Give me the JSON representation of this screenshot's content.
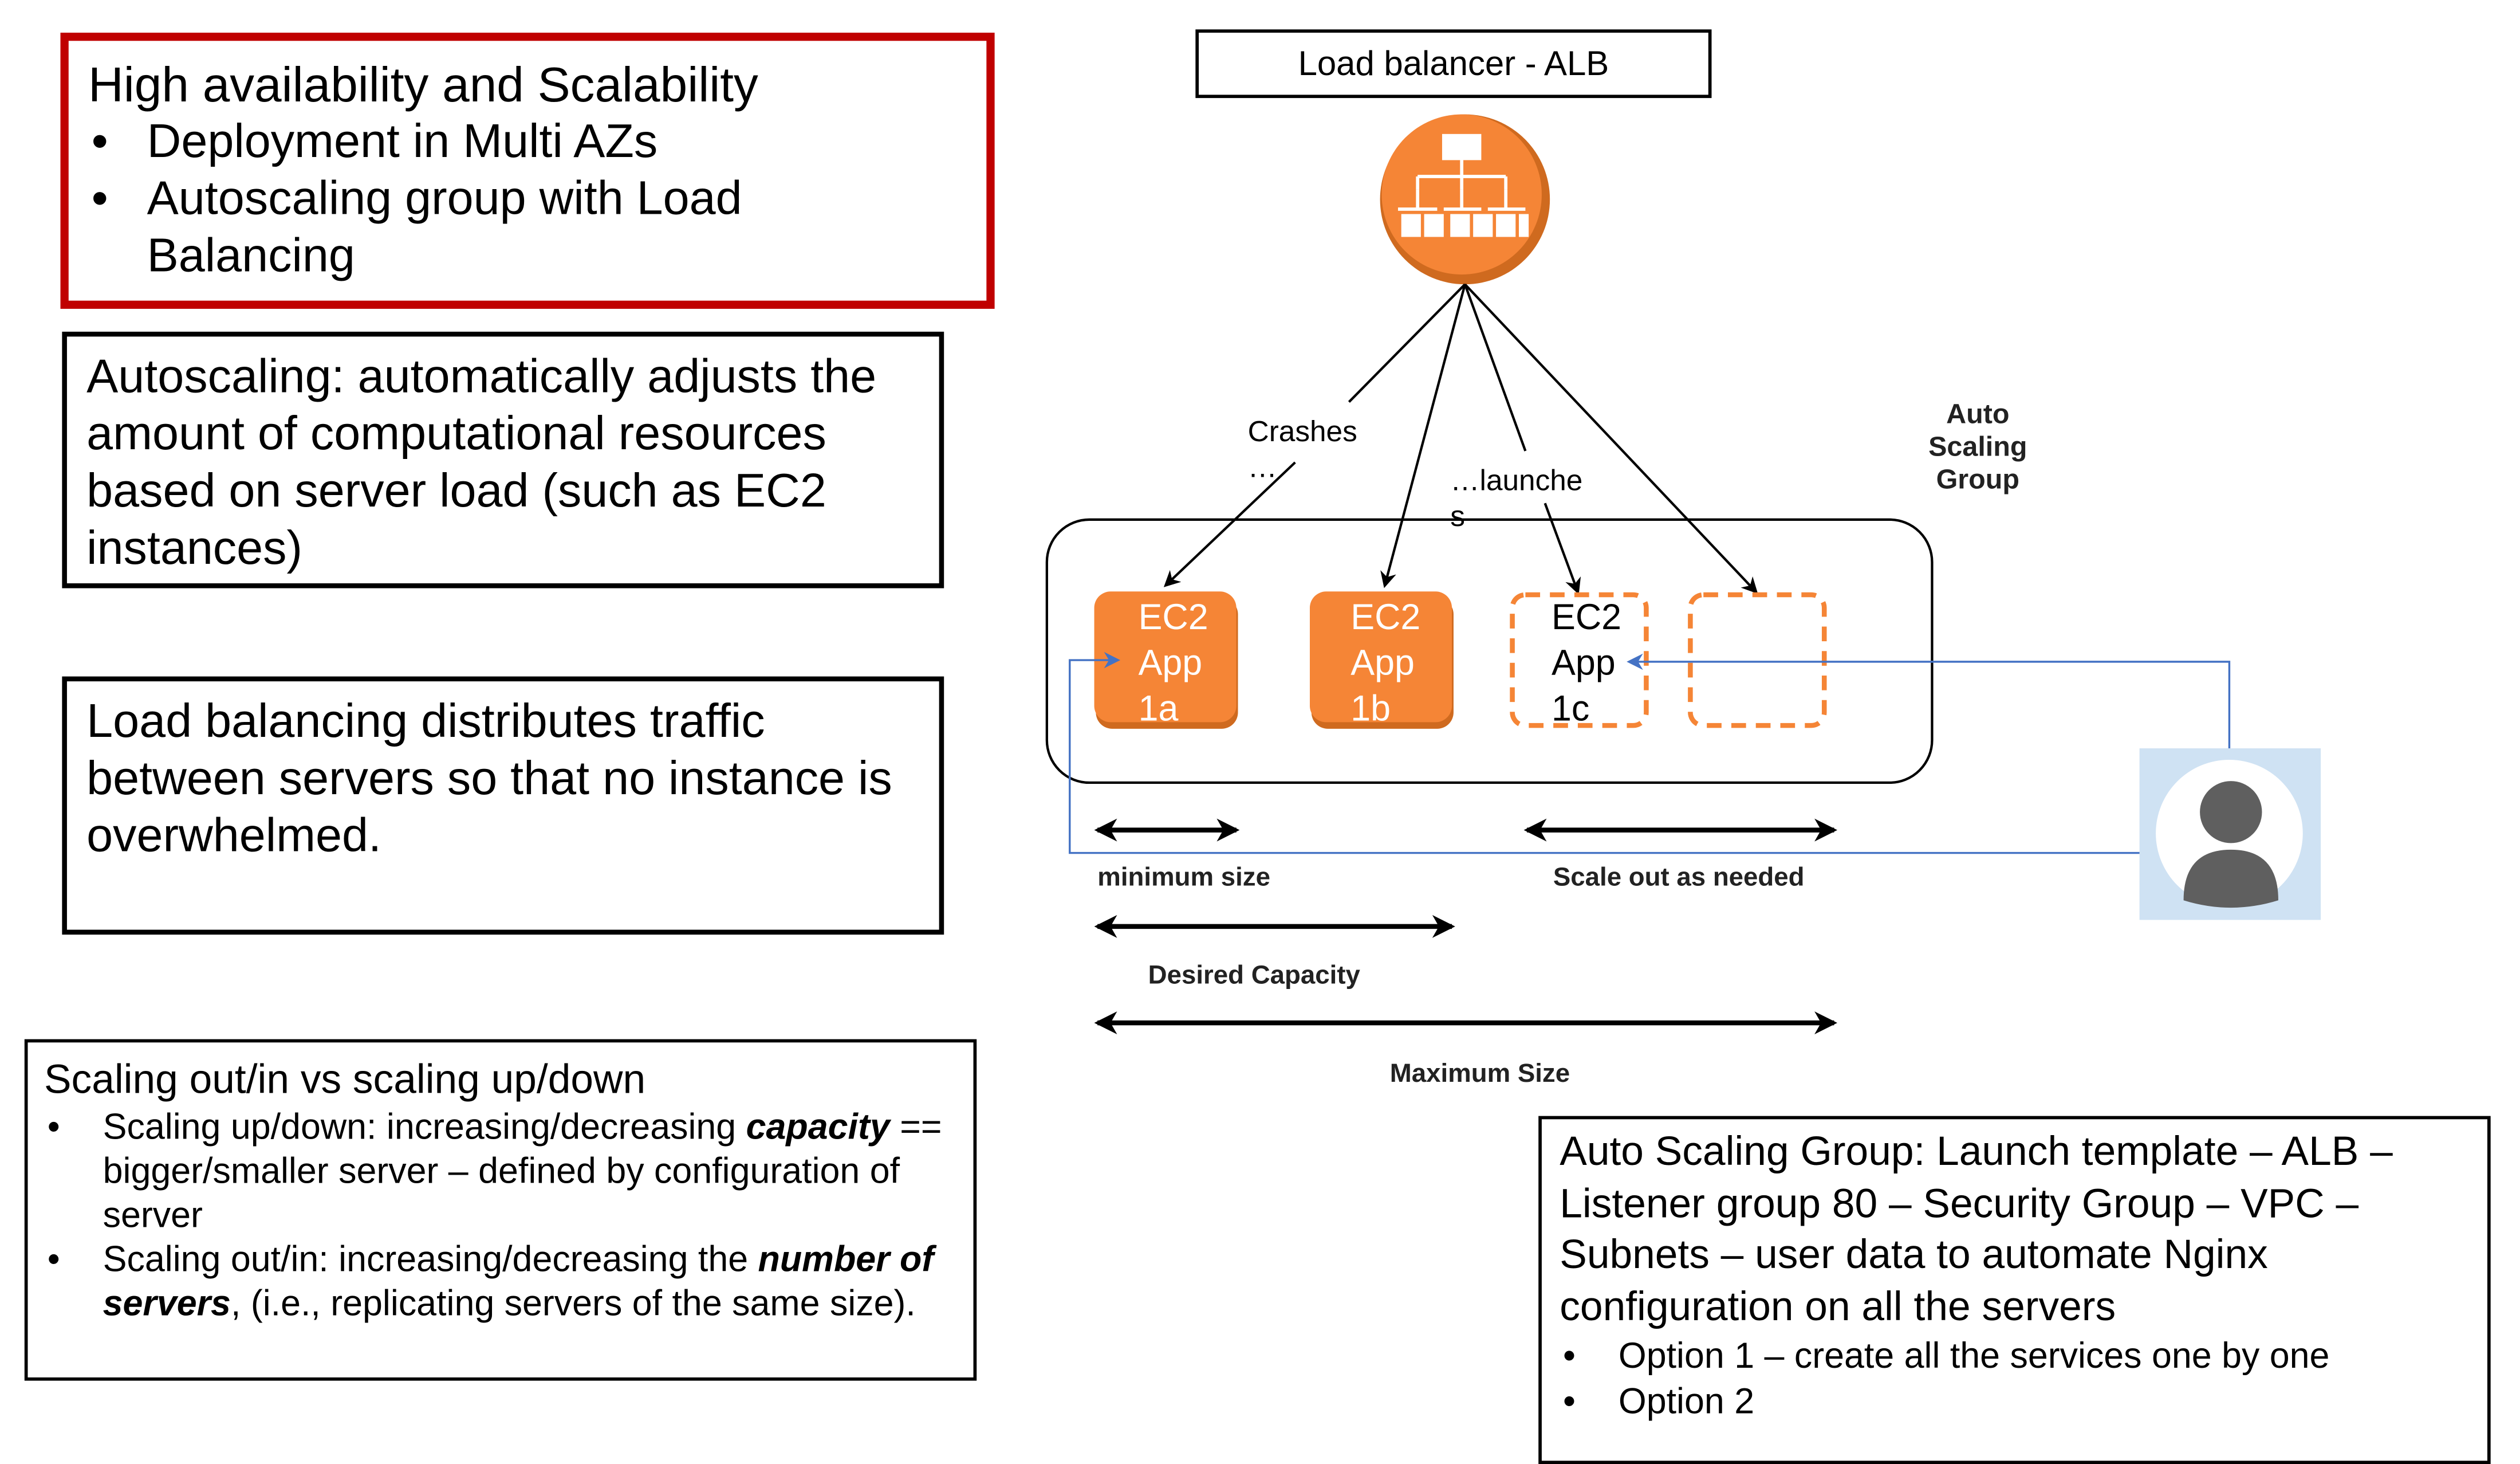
{
  "left_boxes": {
    "ha": {
      "title": "High availability and Scalability",
      "items": [
        "Deployment in Multi AZs",
        "Autoscaling group with Load Balancing"
      ]
    },
    "autoscaling": {
      "text": "Autoscaling: automatically adjusts the amount of computational resources based on server load (such as EC2 instances)"
    },
    "load_balancing": {
      "text": "Load balancing distributes traffic between servers so that no instance is overwhelmed."
    },
    "scaling": {
      "title": "Scaling out/in vs scaling up/down",
      "item1_pre": "Scaling up/down: increasing/decreasing ",
      "item1_bold": "capacity",
      "item1_post": " == bigger/smaller server – defined by configuration of server",
      "item2_pre": "Scaling out/in: increasing/decreasing the ",
      "item2_bold": "number of servers",
      "item2_post": ", (i.e., replicating servers of the same size)."
    }
  },
  "diagram": {
    "load_balancer_label": "Load balancer - ALB",
    "asg_label_lines": [
      "Auto",
      "Scaling",
      "Group"
    ],
    "crashes_lines": [
      "Crashes",
      "…"
    ],
    "launches_lines": [
      "…launche",
      "s"
    ],
    "ec2": [
      {
        "lines": [
          "EC2",
          "App",
          "1a"
        ]
      },
      {
        "lines": [
          "EC2",
          "App",
          "1b"
        ]
      },
      {
        "lines": [
          "EC2",
          "App",
          "1c"
        ]
      }
    ],
    "minimum_size": "minimum size",
    "scale_out": "Scale out as needed",
    "desired_capacity": "Desired Capacity",
    "maximum_size": "Maximum Size"
  },
  "asg_box": {
    "text": "Auto Scaling Group: Launch template – ALB – Listener group 80 – Security Group – VPC – Subnets – user data to automate Nginx configuration on all the servers",
    "items": [
      "Option 1 – create all the services one by one",
      "Option 2"
    ]
  },
  "colors": {
    "red_border": "#c00000",
    "orange": "#f58536",
    "blue_line": "#4472c4",
    "user_bg": "#cfe2f3",
    "user_gray": "#5f5f5f"
  }
}
